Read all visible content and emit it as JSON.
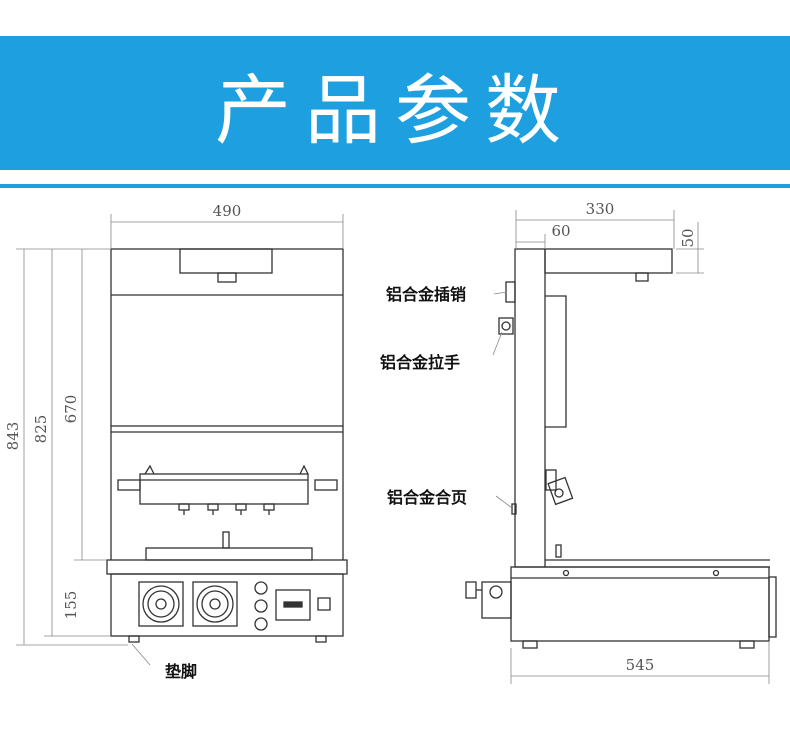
{
  "header": {
    "title": "产品参数"
  },
  "dimensions": {
    "width_front": "490",
    "depth_top": "330",
    "offset_60": "60",
    "height_50": "50",
    "height_843": "843",
    "height_825": "825",
    "height_670": "670",
    "height_155": "155",
    "depth_bottom": "545"
  },
  "labels": {
    "pin": "铝合金插销",
    "handle": "铝合金拉手",
    "hinge": "铝合金合页",
    "foot": "垫脚"
  },
  "colors": {
    "banner": "#1d9fe0",
    "line": "#333333",
    "dimension": "#777777"
  }
}
